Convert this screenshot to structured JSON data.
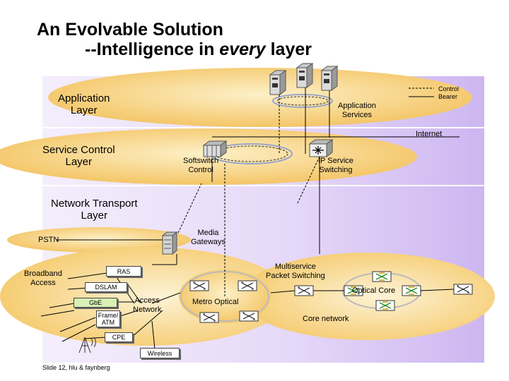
{
  "title": {
    "line1": "An Evolvable Solution",
    "line2_prefix": "--Intelligence in ",
    "line2_emphasis": "every",
    "line2_suffix": " layer"
  },
  "legend": {
    "control": "Control",
    "bearer": "Bearer"
  },
  "layers": {
    "application": "Application\nLayer",
    "service_control": "Service Control\nLayer",
    "network_transport": "Network Transport\nLayer"
  },
  "labels": {
    "application_services": "Application\nServices",
    "internet": "Internet",
    "softswitch": "Softswitch\nControl",
    "ip_service": "IP Service\nSwitching",
    "media_gateways": "Media\nGateways",
    "pstn": "PSTN",
    "broadband": "Broadband\nAccess",
    "multiservice": "Multiservice\nPacket Switching",
    "optical_core": "Optical Core",
    "metro_optical": "Metro Optical",
    "access_network": "Access\nNetwork",
    "core_network": "Core network"
  },
  "boxes": {
    "ras": "RAS",
    "dslam": "DSLAM",
    "gbe": "GbE",
    "frame_atm": "Frame/\nATM",
    "cpe": "CPE",
    "wireless": "Wireless"
  },
  "footer": "Slide 12, hlu & faynberg",
  "colors": {
    "band_light": "#f4eefc",
    "band_dark": "#cdb6f1",
    "ellipse": "#f5c96a",
    "ellipse_light": "#fbe3a6",
    "green_box": "#d9f0b5"
  }
}
